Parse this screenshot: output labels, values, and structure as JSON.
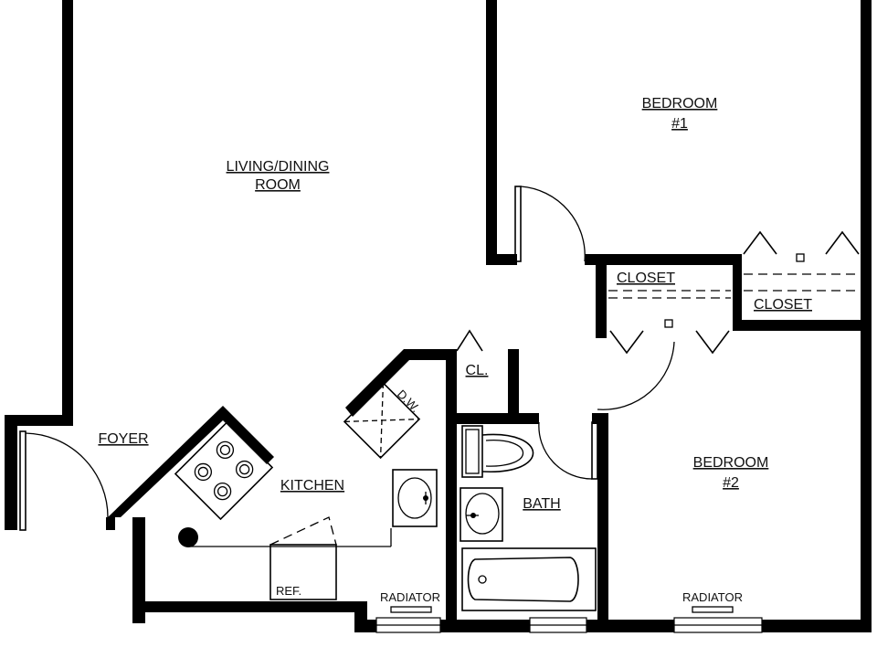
{
  "rooms": {
    "living_dining": [
      "LIVING/DINING",
      "ROOM"
    ],
    "bedroom1": [
      "BEDROOM",
      "#1"
    ],
    "bedroom2": [
      "BEDROOM",
      "#2"
    ],
    "closet_left": "CLOSET",
    "closet_right": "CLOSET",
    "cl": "CL.",
    "foyer": "FOYER",
    "kitchen": "KITCHEN",
    "bath": "BATH",
    "dishwasher": "D.W.",
    "refrigerator": "REF.",
    "radiator_kitchen": "RADIATOR",
    "radiator_bedroom2": "RADIATOR"
  }
}
